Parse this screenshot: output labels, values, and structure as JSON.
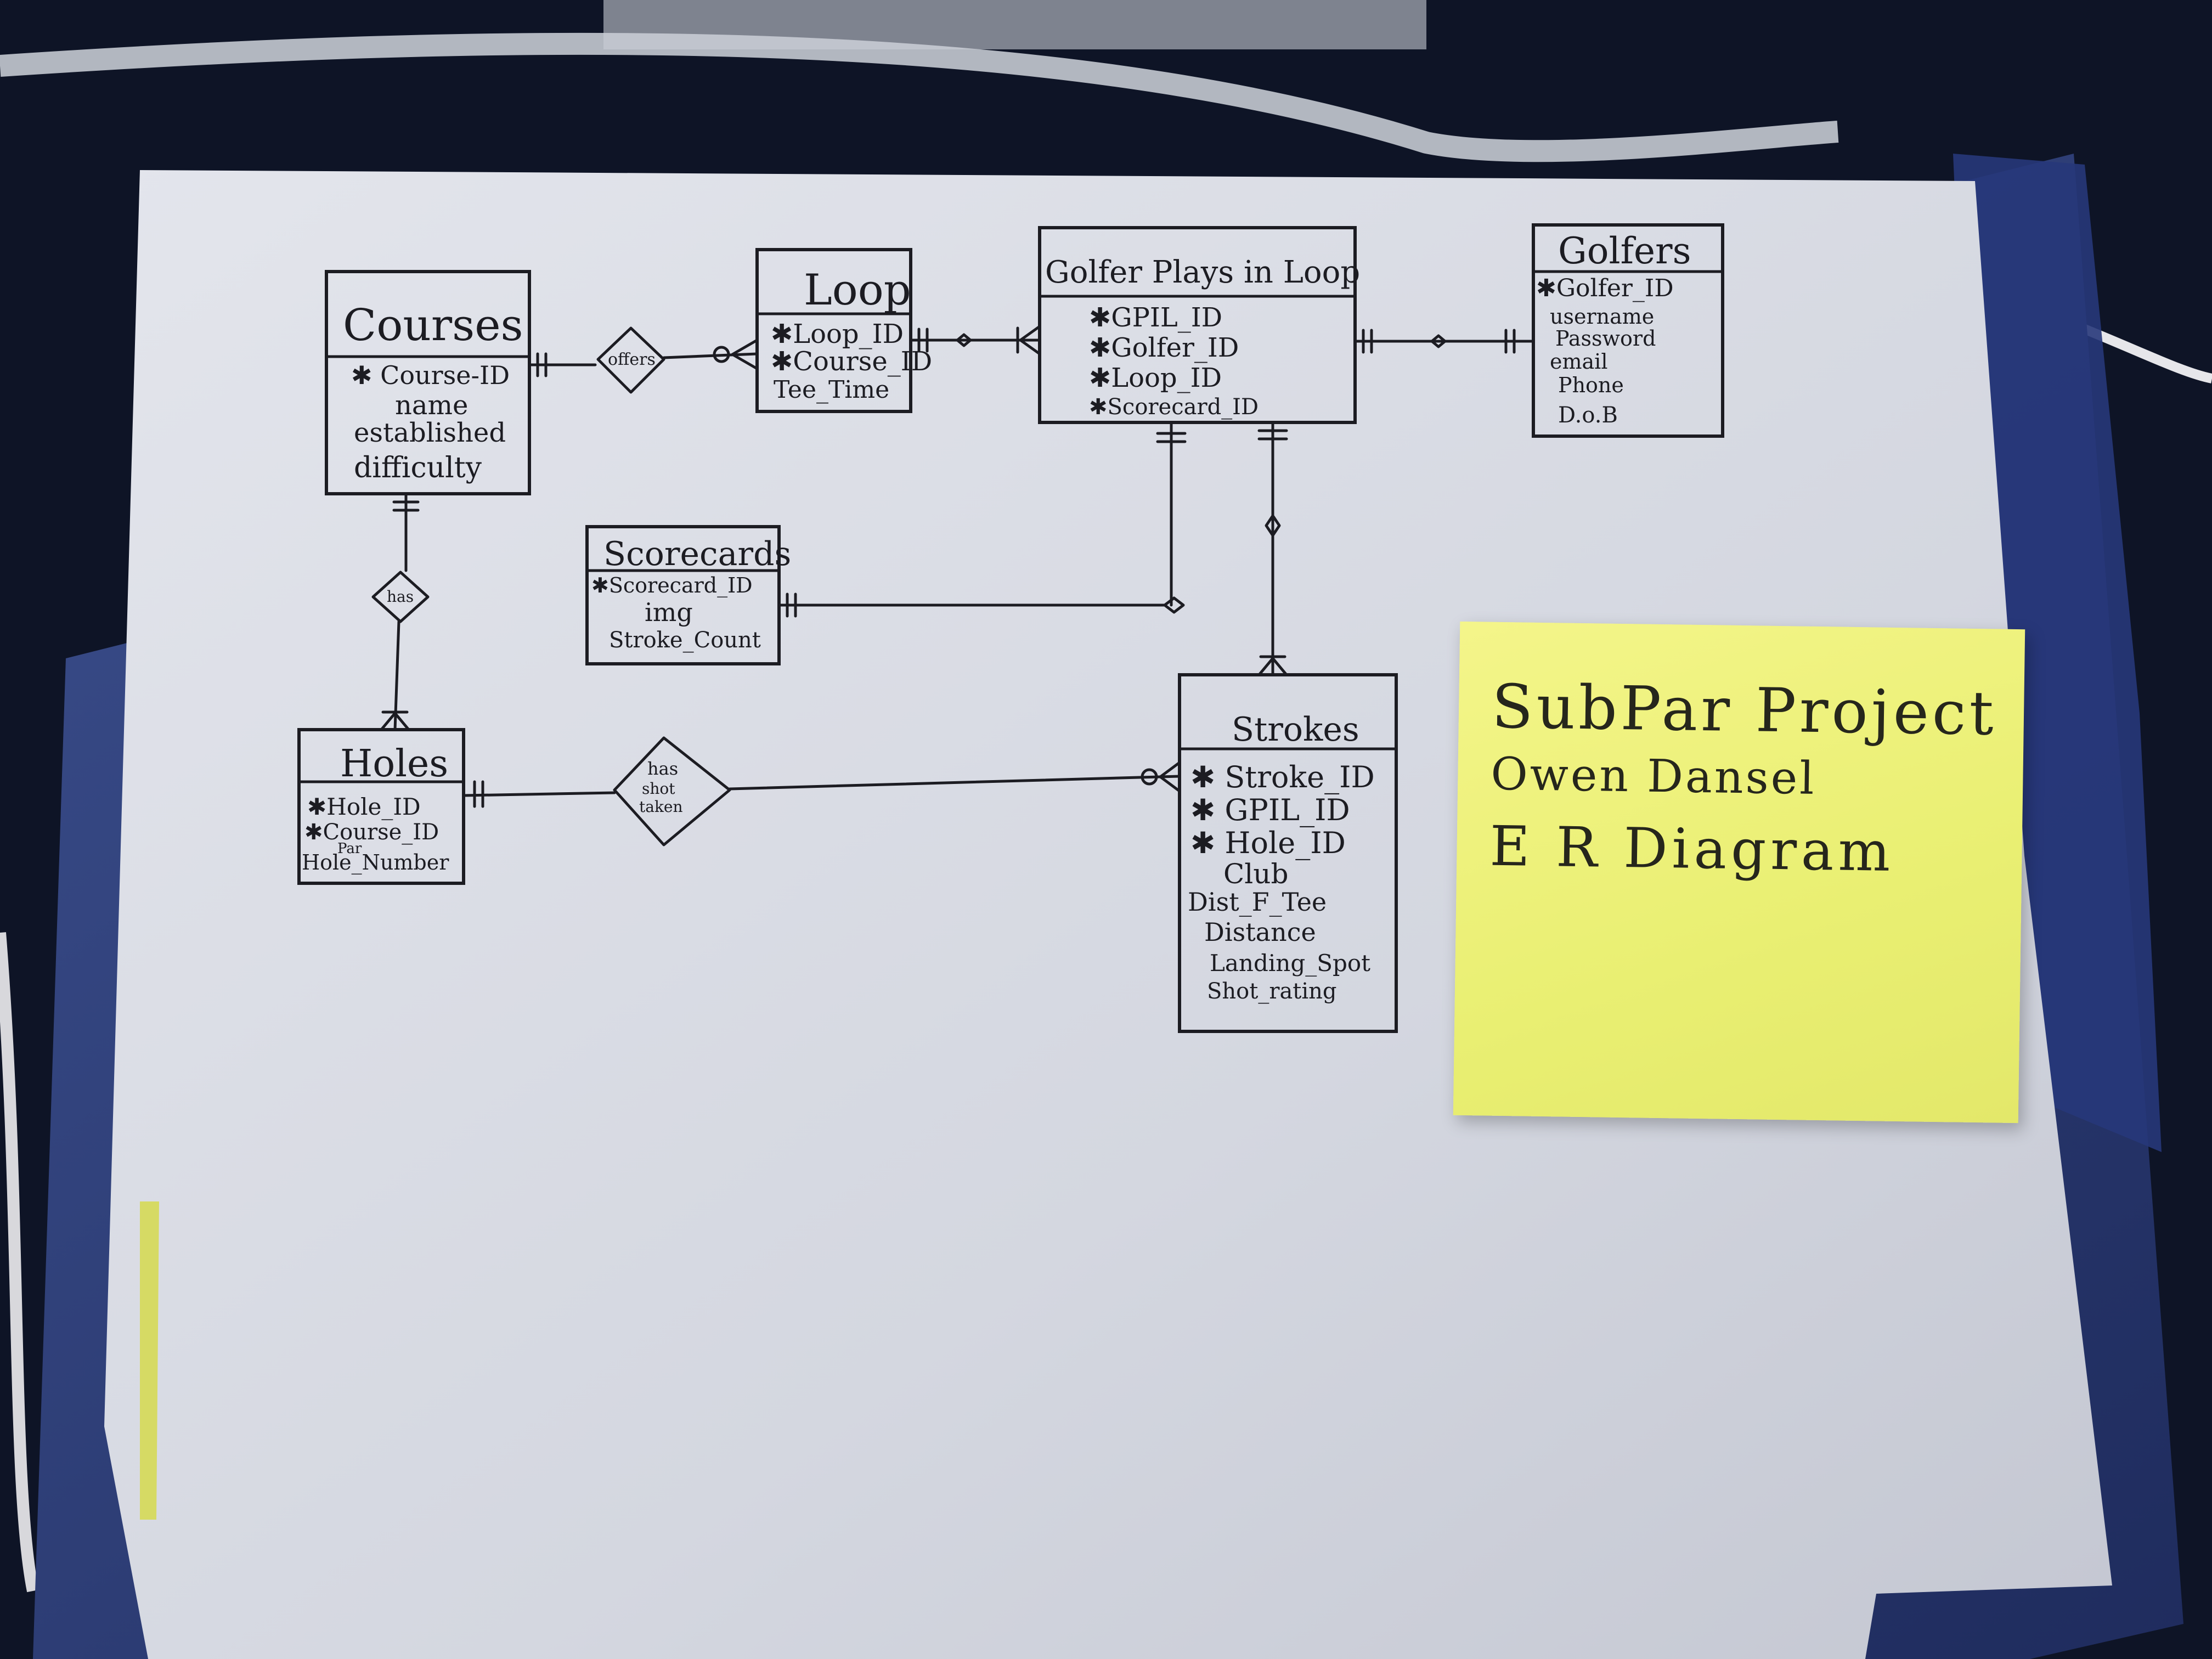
{
  "entities": {
    "courses": {
      "title": "Courses",
      "attrs": [
        "✱ Course-ID",
        "name",
        "established",
        "difficulty"
      ]
    },
    "loop": {
      "title": "Loop",
      "attrs": [
        "✱Loop_ID",
        "✱Course_ID",
        "Tee_Time"
      ]
    },
    "gpil": {
      "title": "Golfer Plays in Loop",
      "attrs": [
        "✱GPIL_ID",
        "✱Golfer_ID",
        "✱Loop_ID",
        "✱Scorecard_ID"
      ]
    },
    "golfers": {
      "title": "Golfers",
      "attrs": [
        "✱Golfer_ID",
        "username",
        "Password",
        "email",
        "Phone",
        "D.o.B"
      ]
    },
    "scorecards": {
      "title": "Scorecards",
      "attrs": [
        "✱Scorecard_ID",
        "img",
        "Stroke_Count"
      ]
    },
    "holes": {
      "title": "Holes",
      "attrs": [
        "✱Hole_ID",
        "✱Course_ID",
        "Par",
        "Hole_Number"
      ]
    },
    "strokes": {
      "title": "Strokes",
      "attrs": [
        "✱ Stroke_ID",
        "✱ GPIL_ID",
        "✱ Hole_ID",
        "Club",
        "Dist_F_Tee",
        "Distance",
        "Landing_Spot",
        "Shot_rating"
      ]
    }
  },
  "relationships": {
    "offers": "offers",
    "has": "has",
    "has_shot_taken": [
      "has",
      "shot",
      "taken"
    ]
  },
  "sticky_note": {
    "line1": "SubPar Project",
    "line2": "Owen Dansel",
    "line3": "E R Diagram"
  },
  "colors": {
    "paper": "#dcdee6",
    "ink": "#1c1c22",
    "sticky": "#eef07a",
    "background": "#0d1424",
    "watercolor": "#2e3f7a"
  }
}
